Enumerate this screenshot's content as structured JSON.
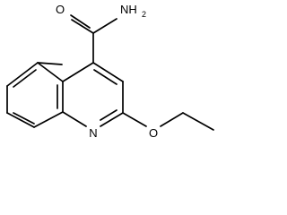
{
  "structure": {
    "atom_labels": {
      "carbonyl_oxygen": "O",
      "amide_nitrogen": "NH",
      "amide_nitrogen_h_count": "2",
      "ring_nitrogen": "N",
      "ether_oxygen": "O"
    },
    "colors": {
      "bond": "#000000",
      "label": "#000000",
      "background": "#ffffff"
    }
  }
}
